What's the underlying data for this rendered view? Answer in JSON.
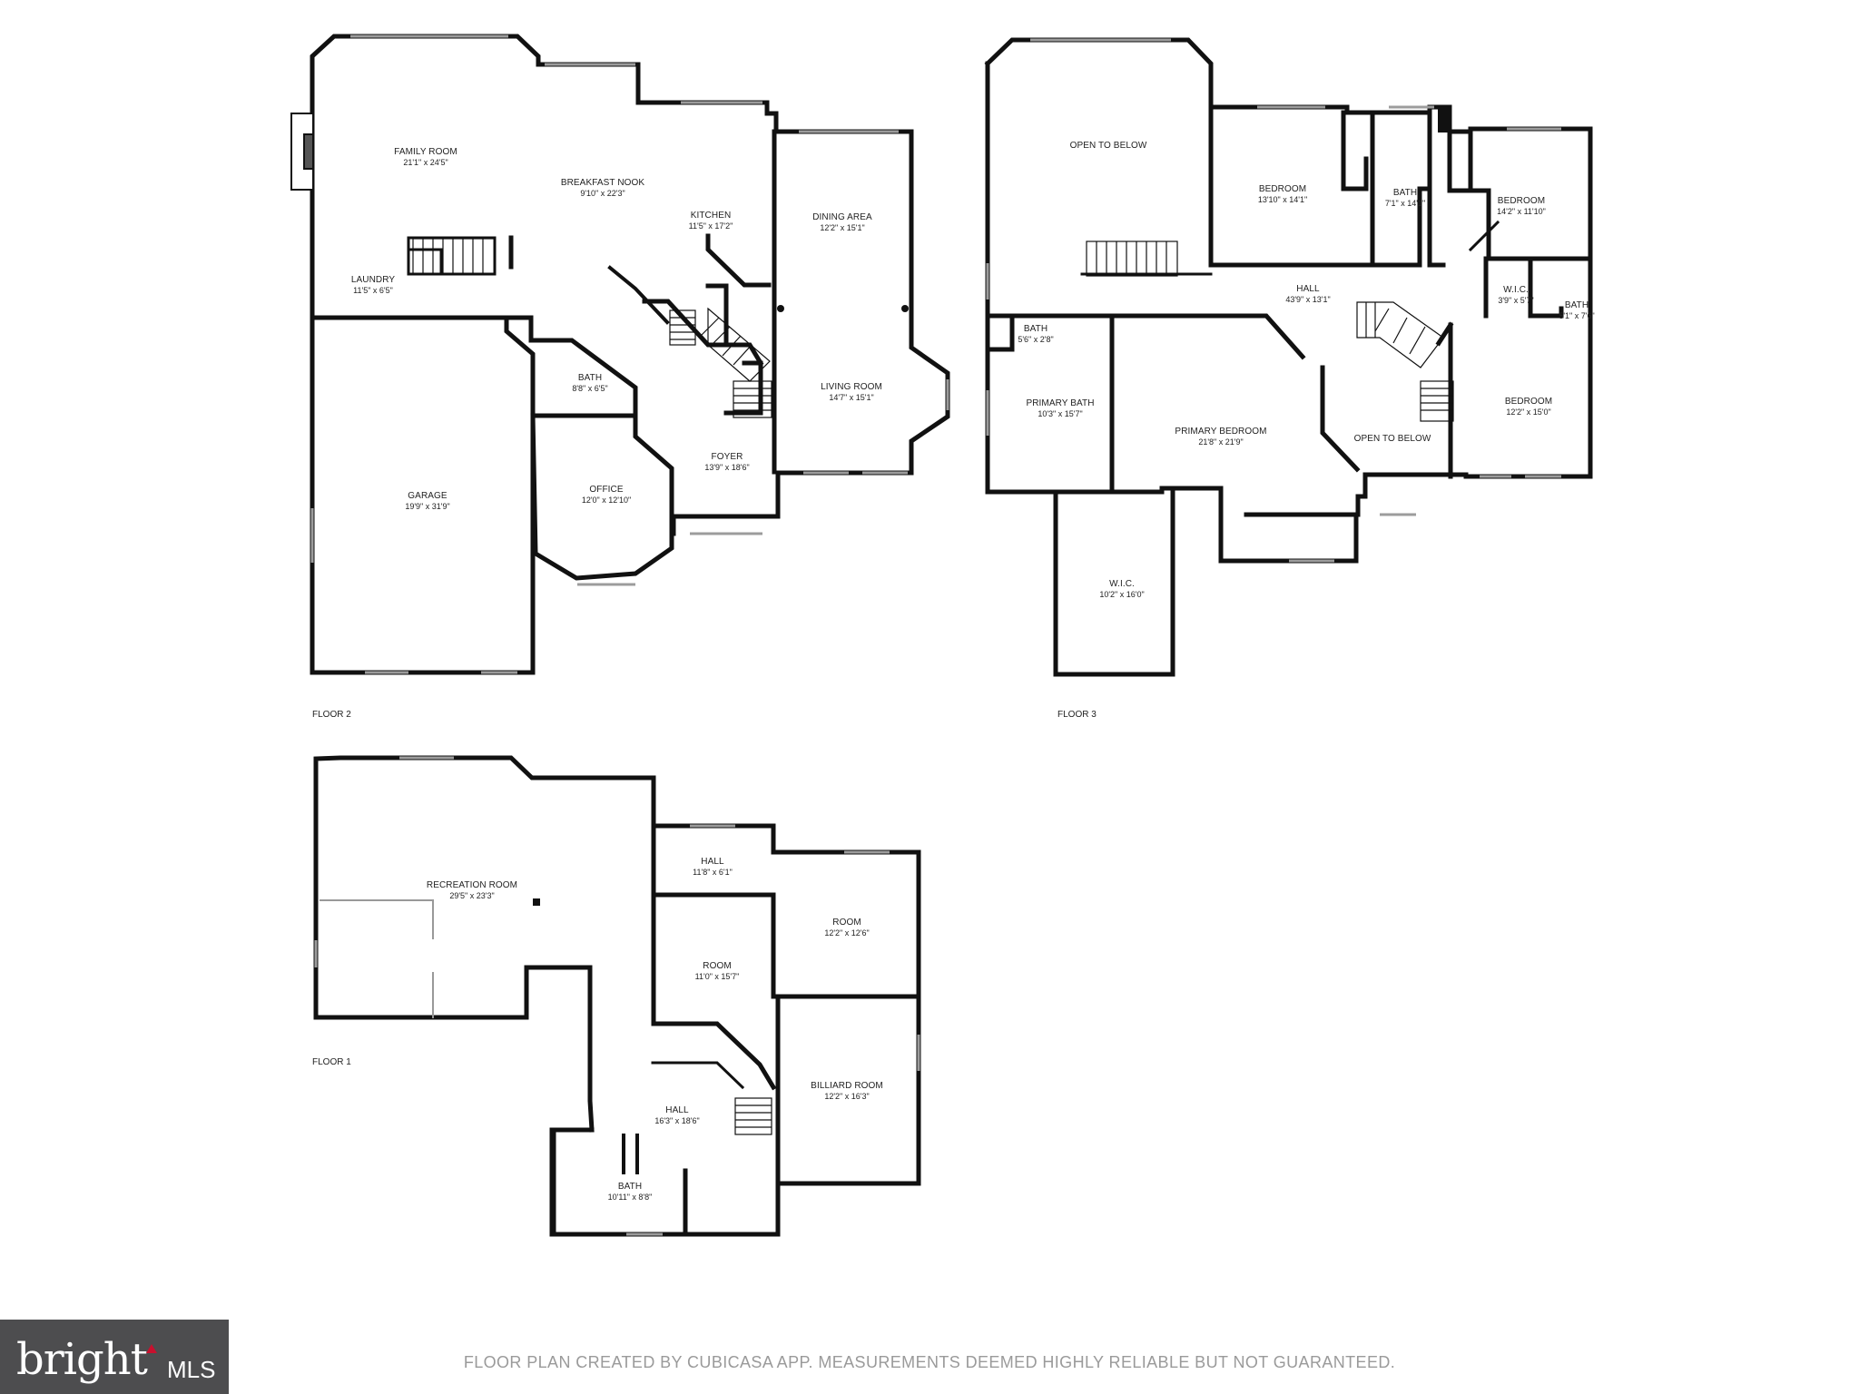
{
  "floors": [
    {
      "label": "FLOOR 2",
      "rooms": [
        {
          "name": "FAMILY ROOM",
          "dims": "21'1\" x 24'5\""
        },
        {
          "name": "BREAKFAST NOOK",
          "dims": "9'10\" x 22'3\""
        },
        {
          "name": "KITCHEN",
          "dims": "11'5\" x 17'2\""
        },
        {
          "name": "DINING AREA",
          "dims": "12'2\" x 15'1\""
        },
        {
          "name": "LAUNDRY",
          "dims": "11'5\" x 6'5\""
        },
        {
          "name": "BATH",
          "dims": "8'8\" x 6'5\""
        },
        {
          "name": "LIVING ROOM",
          "dims": "14'7\" x 15'1\""
        },
        {
          "name": "FOYER",
          "dims": "13'9\" x 18'6\""
        },
        {
          "name": "GARAGE",
          "dims": "19'9\" x 31'9\""
        },
        {
          "name": "OFFICE",
          "dims": "12'0\" x 12'10\""
        }
      ]
    },
    {
      "label": "FLOOR 3",
      "rooms": [
        {
          "name": "OPEN TO BELOW",
          "dims": ""
        },
        {
          "name": "BEDROOM",
          "dims": "13'10\" x 14'1\""
        },
        {
          "name": "BATH",
          "dims": "7'1\" x 14'1\""
        },
        {
          "name": "BEDROOM",
          "dims": "14'2\" x 11'10\""
        },
        {
          "name": "HALL",
          "dims": "43'9\" x 13'1\""
        },
        {
          "name": "W.I.C.",
          "dims": "3'9\" x 5'7\""
        },
        {
          "name": "BATH",
          "dims": "5'1\" x 7'6\""
        },
        {
          "name": "BATH",
          "dims": "5'6\" x 2'8\""
        },
        {
          "name": "PRIMARY BATH",
          "dims": "10'3\" x 15'7\""
        },
        {
          "name": "PRIMARY BEDROOM",
          "dims": "21'8\" x 21'9\""
        },
        {
          "name": "OPEN TO BELOW",
          "dims": ""
        },
        {
          "name": "BEDROOM",
          "dims": "12'2\" x 15'0\""
        },
        {
          "name": "W.I.C.",
          "dims": "10'2\" x 16'0\""
        }
      ]
    },
    {
      "label": "FLOOR 1",
      "rooms": [
        {
          "name": "RECREATION ROOM",
          "dims": "29'5\" x 23'3\""
        },
        {
          "name": "HALL",
          "dims": "11'8\" x 6'1\""
        },
        {
          "name": "ROOM",
          "dims": "12'2\" x 12'6\""
        },
        {
          "name": "ROOM",
          "dims": "11'0\" x 15'7\""
        },
        {
          "name": "BILLIARD ROOM",
          "dims": "12'2\" x 16'3\""
        },
        {
          "name": "HALL",
          "dims": "16'3\" x 18'6\""
        },
        {
          "name": "BATH",
          "dims": "10'11\" x 8'8\""
        }
      ]
    }
  ],
  "disclaimer": "FLOOR PLAN CREATED BY CUBICASA APP. MEASUREMENTS DEEMED HIGHLY RELIABLE BUT NOT GUARANTEED.",
  "logo": {
    "word": "bright",
    "suffix": "MLS",
    "icon": "roof-chevron-icon",
    "accent_color": "#c8102e",
    "background_color": "#4d4d4f"
  },
  "colors": {
    "wall": "#111111",
    "window": "#9c9c9c",
    "text": "#222222"
  }
}
